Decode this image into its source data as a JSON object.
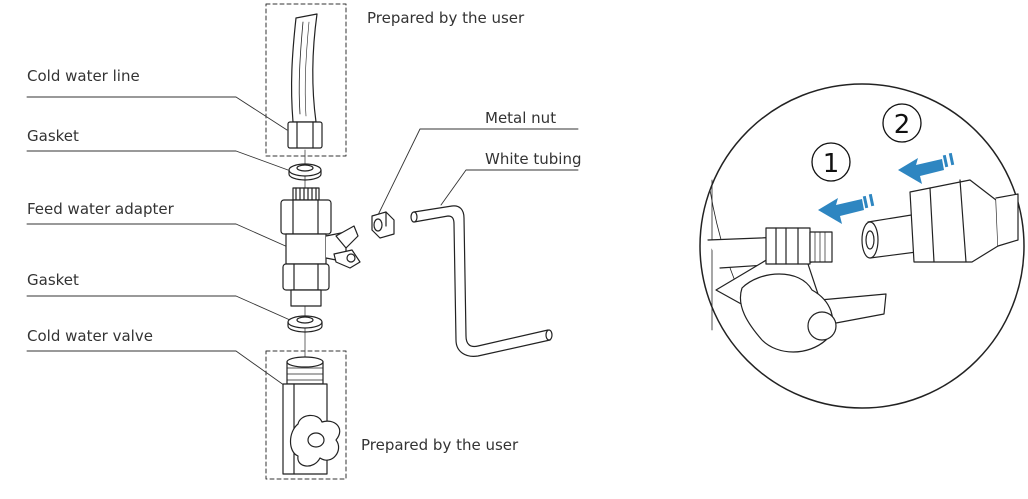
{
  "labels": {
    "prepared_top": "Prepared by the user",
    "cold_water_line": "Cold water line",
    "gasket_top": "Gasket",
    "feed_water_adapter": "Feed water adapter",
    "gasket_bottom": "Gasket",
    "cold_water_valve": "Cold water valve",
    "prepared_bottom": "Prepared by the user",
    "metal_nut": "Metal nut",
    "white_tubing": "White tubing"
  },
  "steps": [
    "1",
    "2"
  ],
  "colors": {
    "arrow": "#2e86c1",
    "line": "#222222",
    "label": "#333333"
  }
}
